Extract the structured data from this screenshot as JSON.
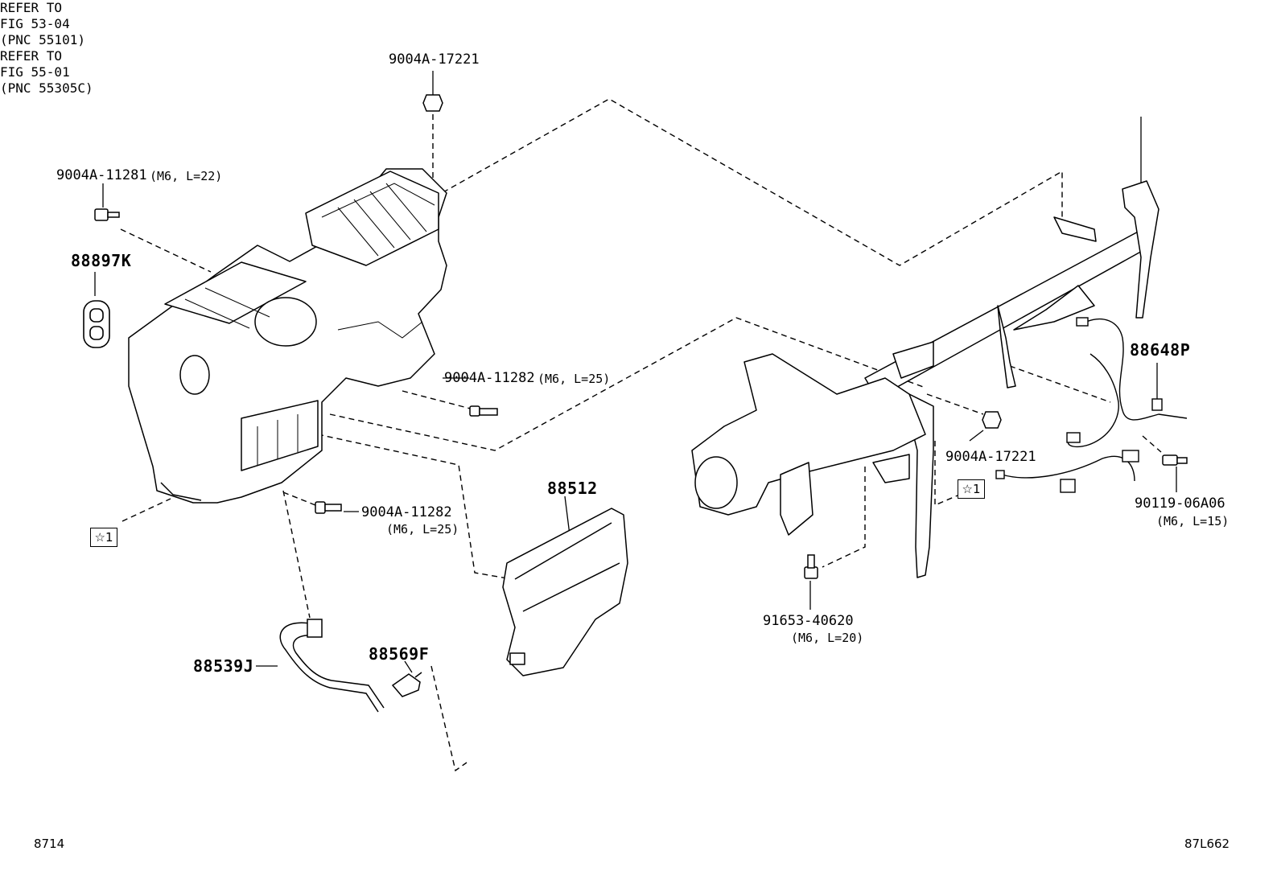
{
  "corner_left": "8714",
  "corner_right": "87L662",
  "labels": {
    "nut_top": "9004A-17221",
    "bolt_left_part": "9004A-11281",
    "bolt_left_spec": "(M6, L=22)",
    "grommet": "88897K",
    "bolt_mid_part": "9004A-11282",
    "bolt_mid_spec": "(M6, L=25)",
    "bolt_low_part": "9004A-11282",
    "bolt_low_spec": "(M6, L=25)",
    "duct": "88512",
    "hose": "88539J",
    "sensor": "88569F",
    "ref_bottom_1": "REFER TO",
    "ref_bottom_2": "FIG 53-04",
    "ref_bottom_3": "(PNC 55101)",
    "ref_top_1": "REFER TO",
    "ref_top_2": "FIG 55-01",
    "ref_top_3": "(PNC 55305C)",
    "harness": "88648P",
    "nut_right": "9004A-17221",
    "bolt_right_part": "90119-06A06",
    "bolt_right_spec": "(M6, L=15)",
    "bolt_bottom_part": "91653-40620",
    "bolt_bottom_spec": "(M6, L=20)",
    "star_left": "☆1",
    "star_right": "☆1"
  }
}
